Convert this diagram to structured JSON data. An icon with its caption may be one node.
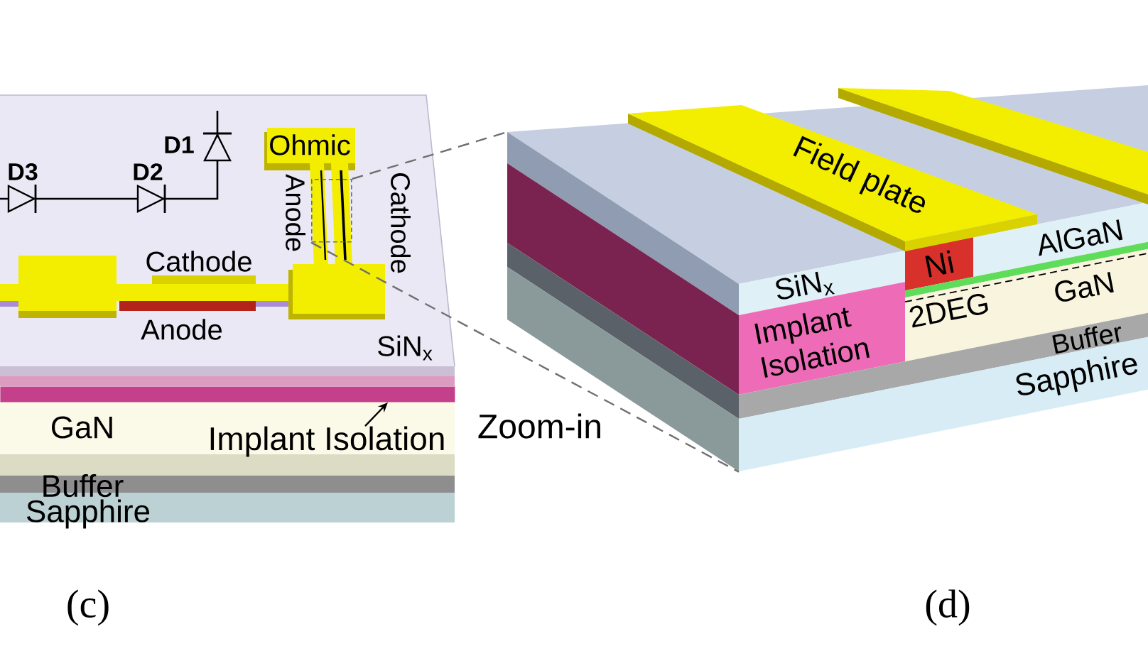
{
  "diagram": {
    "nodes": [
      {
        "text": [
          "Implant Isolation"
        ]
      },
      {
        "text": [],
        "shape": "bar"
      },
      {
        "text": [],
        "shape": "box"
      },
      {
        "text": [],
        "shape": "picture"
      }
    ],
    "edges": [
      {
        "from": 0,
        "to": 1,
        "arrow": "to",
        "color": "#000000"
      },
      {
        "from": 2,
        "to": 3,
        "arrow": "none",
        "style": "dashed",
        "color": "#707070"
      },
      {
        "from": 2,
        "to": 3,
        "arrow": "none",
        "style": "dashed",
        "color": "#707070"
      }
    ],
    "labels": [
      "D1",
      "D3",
      "D2",
      "Ohmic",
      "Anode",
      "Cathode",
      "Cathode",
      "Anode",
      "SiN$_{x}$",
      "GaN",
      "Buffer",
      "Sapphire",
      "(c)",
      "Zoom-in",
      "Field plate",
      "Ni",
      "SiN$_{x}$",
      "AlGaN",
      "2DEG",
      "GaN",
      "Implant Isolation",
      "Buffer",
      "Sapphire",
      "(d)"
    ]
  }
}
